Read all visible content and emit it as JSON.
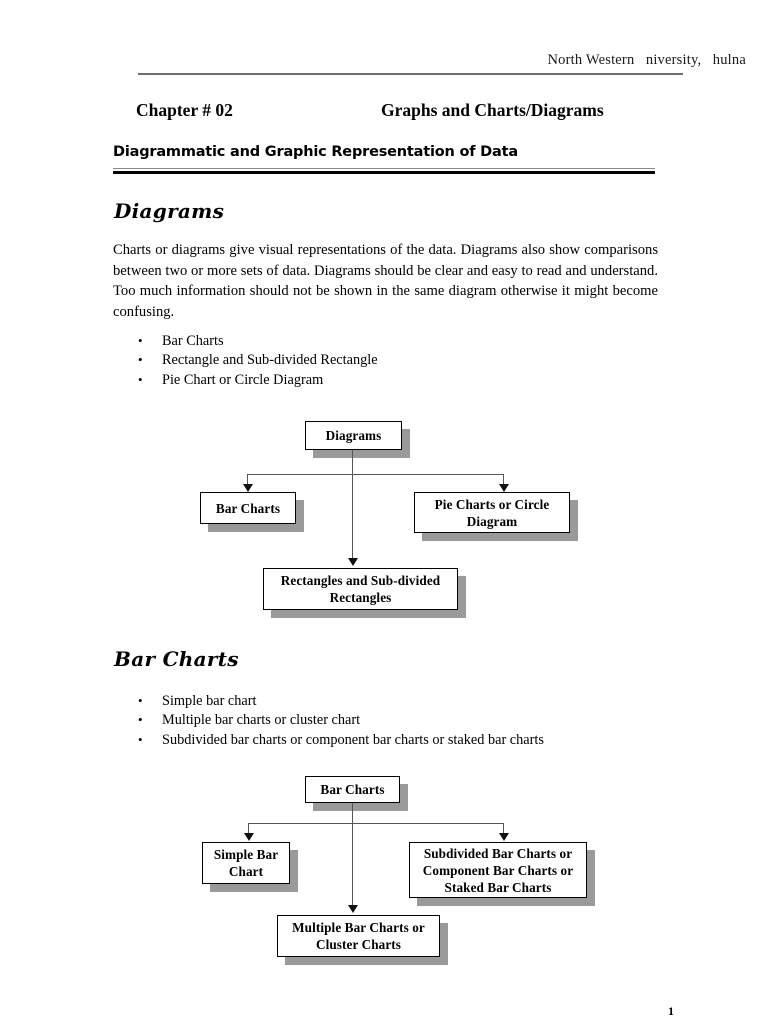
{
  "header": {
    "running_head": "North Western   niversity,   hulna"
  },
  "title": {
    "chapter_label": "Chapter # 02",
    "chapter_title": "Graphs and Charts/Diagrams",
    "subheading": "Diagrammatic and Graphic Representation of Data"
  },
  "sections": {
    "diagrams": {
      "heading": "Diagrams",
      "paragraph": "Charts or diagrams give visual representations of the data. Diagrams also show comparisons between two or more sets of data. Diagrams should be clear and easy to read and understand. Too much information should not be shown in the same diagram otherwise it might become confusing.",
      "bullets": [
        "Bar Charts",
        "Rectangle and Sub-divided Rectangle",
        "Pie Chart or Circle Diagram"
      ],
      "flowchart": {
        "root": "Diagrams",
        "children": [
          "Bar Charts",
          "Rectangles and Sub-divided Rectangles",
          "Pie Charts or Circle Diagram"
        ]
      }
    },
    "bar_charts": {
      "heading": "Bar Charts",
      "bullets": [
        "Simple bar chart",
        "Multiple bar charts or cluster chart",
        "Subdivided bar charts or component bar charts or staked bar charts"
      ],
      "flowchart": {
        "root": "Bar Charts",
        "children": [
          "Simple Bar Chart",
          "Multiple Bar Charts or Cluster Charts",
          "Subdivided Bar Charts or Component Bar Charts or Staked Bar Charts"
        ]
      }
    }
  },
  "footer": {
    "page_number": "1"
  },
  "colors": {
    "text": "#000000",
    "rule_gray": "#6e6e6e",
    "rule_black": "#000000",
    "box_border": "#000000",
    "box_shadow": "#9a9a9a",
    "connector": "#555555"
  }
}
